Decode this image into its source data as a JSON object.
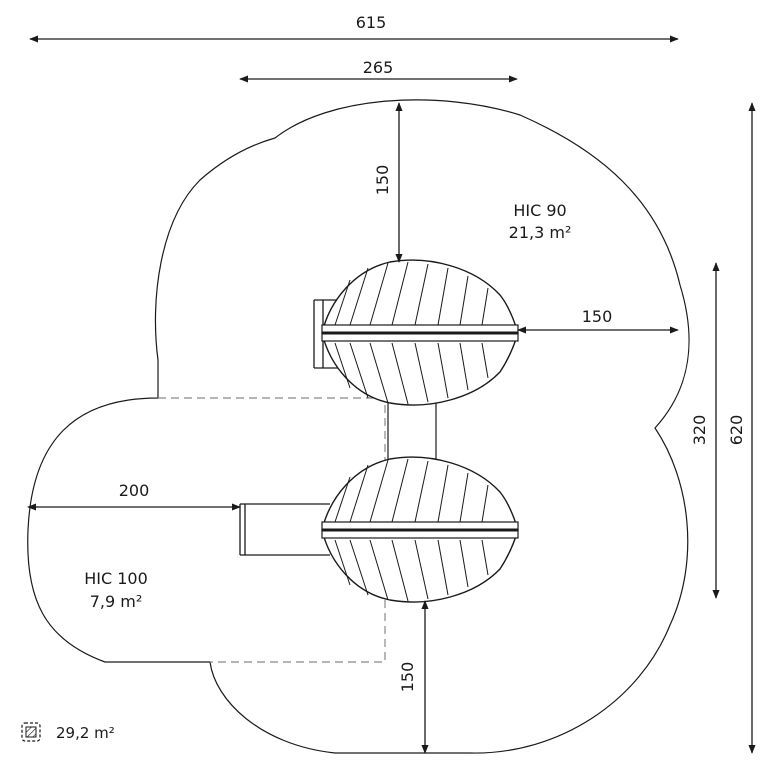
{
  "dimensions": {
    "total_width": "615",
    "platform_span": "265",
    "top_clearance": "150",
    "right_clearance": "150",
    "slide_clearance": "200",
    "bottom_clearance": "150",
    "structure_height": "320",
    "total_height": "620"
  },
  "zones": {
    "upper": {
      "hic": "HIC 90",
      "area": "21,3 m²"
    },
    "lower": {
      "hic": "HIC 100",
      "area": "7,9 m²"
    }
  },
  "legend": {
    "total_area": "29,2 m²",
    "icon": "hatched-area-icon"
  },
  "colors": {
    "line": "#1a1a1a",
    "dash": "#888888"
  }
}
